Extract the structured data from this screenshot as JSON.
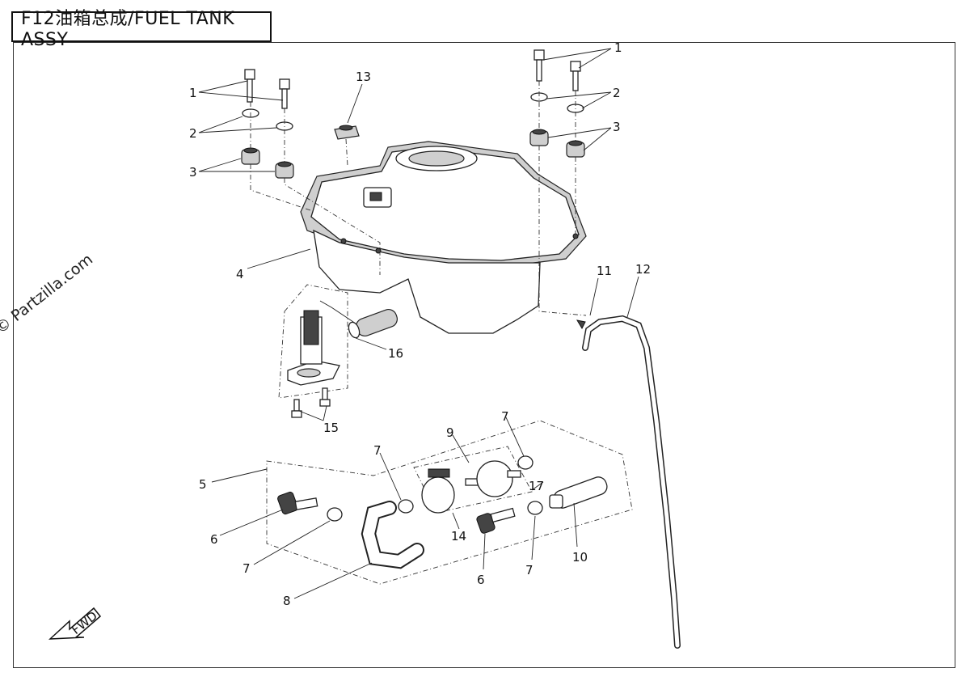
{
  "title": "F12油箱总成/FUEL TANK  ASSY",
  "watermark": "© Partzilla.com",
  "fwd_label": "FWD",
  "callouts": {
    "c1a": "1",
    "c1b": "1",
    "c2a": "2",
    "c2b": "2",
    "c3a": "3",
    "c3b": "3",
    "c4": "4",
    "c5": "5",
    "c6a": "6",
    "c6b": "6",
    "c7a": "7",
    "c7b": "7",
    "c7c": "7",
    "c7d": "7",
    "c8": "8",
    "c9": "9",
    "c10": "10",
    "c11": "11",
    "c12": "12",
    "c13": "13",
    "c14": "14",
    "c15": "15",
    "c16": "16",
    "c17": "17"
  }
}
